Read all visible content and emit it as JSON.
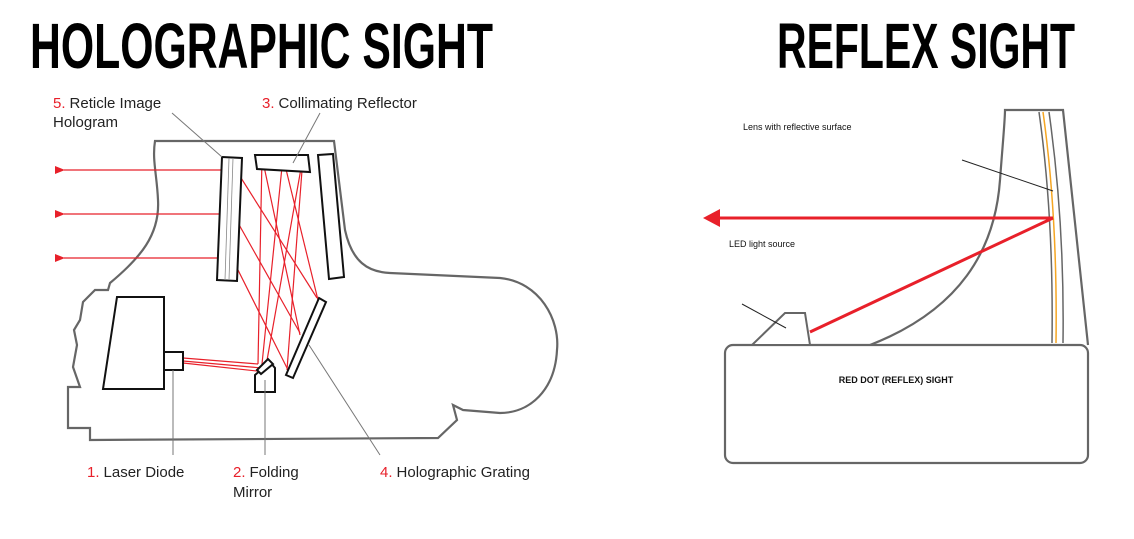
{
  "holographic": {
    "title": "HOLOGRAPHIC SIGHT",
    "labels": [
      {
        "num": "1.",
        "text": "Laser Diode"
      },
      {
        "num": "2.",
        "text": "Folding",
        "text2": "Mirror"
      },
      {
        "num": "3.",
        "text": "Collimating Reflector"
      },
      {
        "num": "4.",
        "text": "Holographic Grating"
      },
      {
        "num": "5.",
        "text": "Reticle Image",
        "text2": "Hologram"
      }
    ]
  },
  "reflex": {
    "title": "REFLEX SIGHT",
    "lens_label": "Lens with reflective surface",
    "led_label": "LED light source",
    "body_label": "RED DOT (REFLEX) SIGHT"
  },
  "colors": {
    "ray": "#e8202a",
    "coating": "#f5a623",
    "outline": "#666666"
  }
}
